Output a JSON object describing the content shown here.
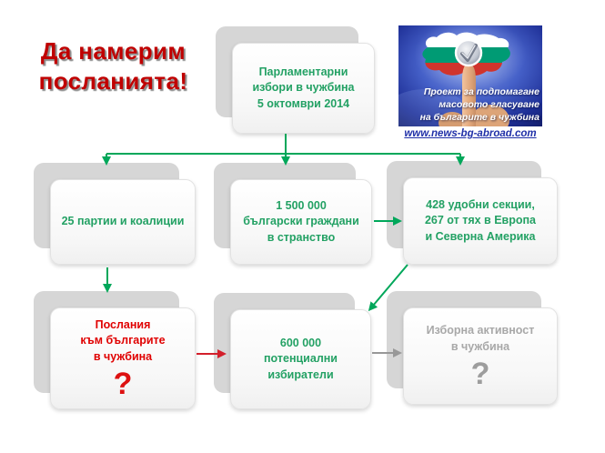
{
  "title": "Да намерим\nпосланията!",
  "boxes": {
    "elections": {
      "text": "Парламентарни\nизбори в чужбина\n5 октомври 2014"
    },
    "parties": {
      "text": "25 партии и коалиции"
    },
    "citizens": {
      "text": "1 500 000\nбългарски граждани\nв странство"
    },
    "sections": {
      "text": "428 удобни секции,\n267 от тях в Европа\nи Северна Америка"
    },
    "messages": {
      "text": "Послания\nкъм българите\nв чужбина",
      "question_mark": "?"
    },
    "voters": {
      "text": "600 000\nпотенциални\nизбиратели"
    },
    "turnout": {
      "text": "Изборна активност\nв чужбина",
      "question_mark": "?"
    }
  },
  "logo": {
    "caption": "Проект за подпомагане\nмасовото гласуване\nна българите в чужбина",
    "url": "www.news-bg-abroad.com"
  },
  "colors": {
    "green_text": "#23a164",
    "green_arrow": "#00a75a",
    "red_title": "#c00000",
    "red_text": "#e00000",
    "red_arrow": "#d31f2b",
    "gray_text": "#a8a8a8",
    "gray_arrow": "#989898",
    "card_shadow": "#d6d6d6",
    "logo_background_blue": "#2a47b0",
    "link_blue": "#2030a8",
    "flag_white": "#ffffff",
    "flag_green": "#009b74",
    "flag_red": "#d0342c"
  }
}
